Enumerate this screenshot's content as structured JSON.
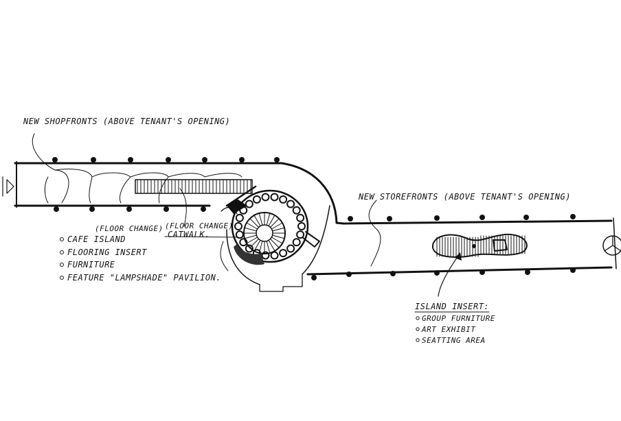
{
  "labels": {
    "storefronts_left": "NEW SHOPFRONTS (ABOVE TENANT'S OPENING)",
    "storefronts_right": "NEW STOREFRONTS (ABOVE TENANT'S OPENING)",
    "floor_change_1": "(FLOOR CHANGE)",
    "floor_change_2": "(FLOOR CHANGE)",
    "catwalk": "CATWALK.",
    "cafe_list": [
      "CAFE ISLAND",
      "FLOORING INSERT",
      "FURNITURE",
      "FEATURE \"LAMPSHADE\" PAVILION."
    ],
    "island_insert_title": "ISLAND INSERT:",
    "island_list": [
      "GROUP FURNITURE",
      "ART EXHIBIT",
      "SEATTING AREA"
    ]
  },
  "colors": {
    "ink": "#111111",
    "paper": "#ffffff"
  },
  "icons": {
    "left_end": "triangle-marker-icon",
    "right_end": "mercedes-star-icon"
  }
}
